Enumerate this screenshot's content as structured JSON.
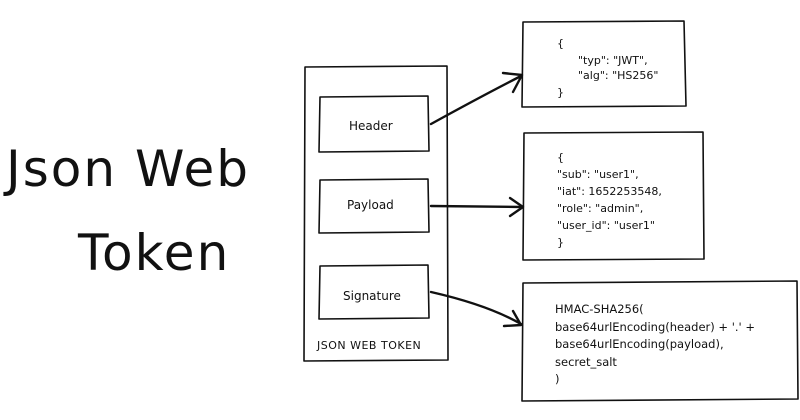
{
  "title": {
    "line1": "Json Web",
    "line2": "Token"
  },
  "token": {
    "caption": "JSON WEB TOKEN",
    "parts": {
      "header": "Header",
      "payload": "Payload",
      "signature": "Signature"
    }
  },
  "header_json": {
    "lines": [
      "{",
      "\"typ\": \"JWT\",",
      "\"alg\": \"HS256\"",
      "}"
    ]
  },
  "payload_json": {
    "lines": [
      "{",
      "\"sub\": \"user1\",",
      "\"iat\": 1652253548,",
      "\"role\": \"admin\",",
      "\"user_id\": \"user1\"",
      "}"
    ]
  },
  "signature_code": {
    "lines": [
      "HMAC-SHA256(",
      "base64urlEncoding(header) + '.' +",
      "base64urlEncoding(payload),",
      "secret_salt",
      ")"
    ]
  },
  "colors": {
    "ink": "#111111",
    "background": "#ffffff"
  }
}
